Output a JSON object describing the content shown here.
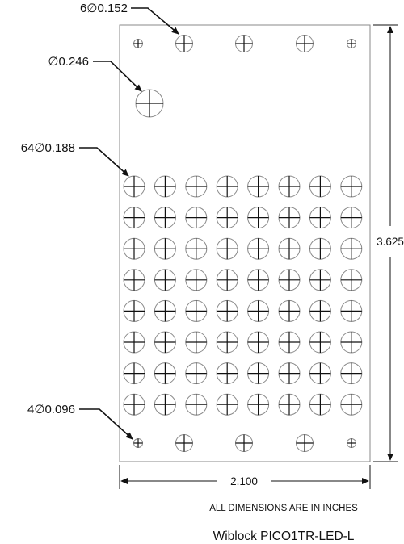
{
  "drawing": {
    "title": "Wiblock PICO1TR-LED-L",
    "note": "ALL DIMENSIONS ARE IN INCHES",
    "width_label": "2.100",
    "height_label": "3.625",
    "callouts": {
      "mount_holes": "6∅0.152",
      "large_hole": "∅0.246",
      "led_holes": "64∅0.188",
      "small_holes": "4∅0.096"
    },
    "led_grid": {
      "rows": 8,
      "cols": 8
    }
  }
}
